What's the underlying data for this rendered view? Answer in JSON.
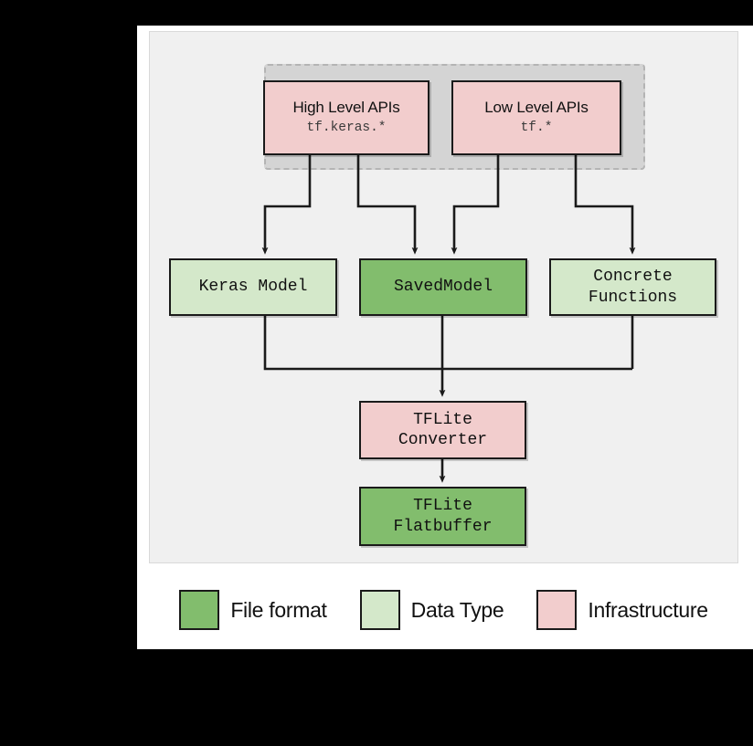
{
  "figure": {
    "background_color": "#000000",
    "card_color": "#ffffff",
    "panel_color": "#f0f0f0",
    "group_color": "#d4d4d4"
  },
  "palette": {
    "infrastructure": "#f2cdcd",
    "file_format": "#82bd6d",
    "data_type": "#d4e8ca",
    "stroke": "#1a1a1a"
  },
  "api_group": {
    "nodes": [
      {
        "title": "High Level APIs",
        "sub": "tf.keras.*",
        "category": "Infrastructure"
      },
      {
        "title": "Low Level APIs",
        "sub": "tf.*",
        "category": "Infrastructure"
      }
    ]
  },
  "models": {
    "nodes": [
      {
        "title": "Keras Model",
        "category": "Data Type"
      },
      {
        "title": "SavedModel",
        "category": "File format"
      },
      {
        "title": "Concrete\nFunctions",
        "category": "Data Type"
      }
    ]
  },
  "pipeline": {
    "nodes": [
      {
        "title": "TFLite\nConverter",
        "category": "Infrastructure"
      },
      {
        "title": "TFLite\nFlatbuffer",
        "category": "File format"
      }
    ]
  },
  "legend": {
    "items": [
      {
        "label": "File format",
        "color": "#82bd6d"
      },
      {
        "label": "Data Type",
        "color": "#d4e8ca"
      },
      {
        "label": "Infrastructure",
        "color": "#f2cdcd"
      }
    ]
  },
  "flow": {
    "edges": [
      {
        "from": "High Level APIs",
        "to": "Keras Model"
      },
      {
        "from": "High Level APIs",
        "to": "SavedModel"
      },
      {
        "from": "Low Level APIs",
        "to": "SavedModel"
      },
      {
        "from": "Low Level APIs",
        "to": "Concrete Functions"
      },
      {
        "from": "Keras Model",
        "to": "TFLite Converter"
      },
      {
        "from": "SavedModel",
        "to": "TFLite Converter"
      },
      {
        "from": "Concrete Functions",
        "to": "TFLite Converter"
      },
      {
        "from": "TFLite Converter",
        "to": "TFLite Flatbuffer"
      }
    ]
  }
}
